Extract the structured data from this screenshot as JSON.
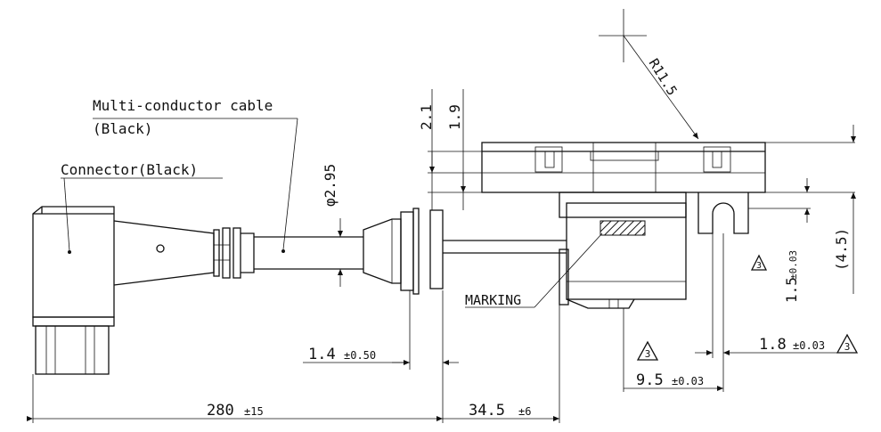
{
  "labels": {
    "cable_line1": "Multi-conductor cable",
    "cable_line2": "(Black)",
    "connector": "Connector(Black)",
    "marking": "MARKING"
  },
  "dimensions": {
    "radius": "R11.5",
    "diameter": "φ2.95",
    "dim_2_1": "2.1",
    "dim_1_9": "1.9",
    "dim_4_5": "(4.5)",
    "dim_1_5_main": "1.5",
    "dim_1_5_tol": "±0.03",
    "dim_1_4_main": "1.4",
    "dim_1_4_tol": "±0.50",
    "dim_1_8_main": "1.8",
    "dim_1_8_tol": "±0.03",
    "dim_9_5_main": "9.5",
    "dim_9_5_tol": "±0.03",
    "dim_280_main": "280",
    "dim_280_tol": "±15",
    "dim_34_5_main": "34.5",
    "dim_34_5_tol": "±6"
  },
  "markers": {
    "tri_a": "3",
    "tri_b": "3",
    "tri_c": "3"
  }
}
